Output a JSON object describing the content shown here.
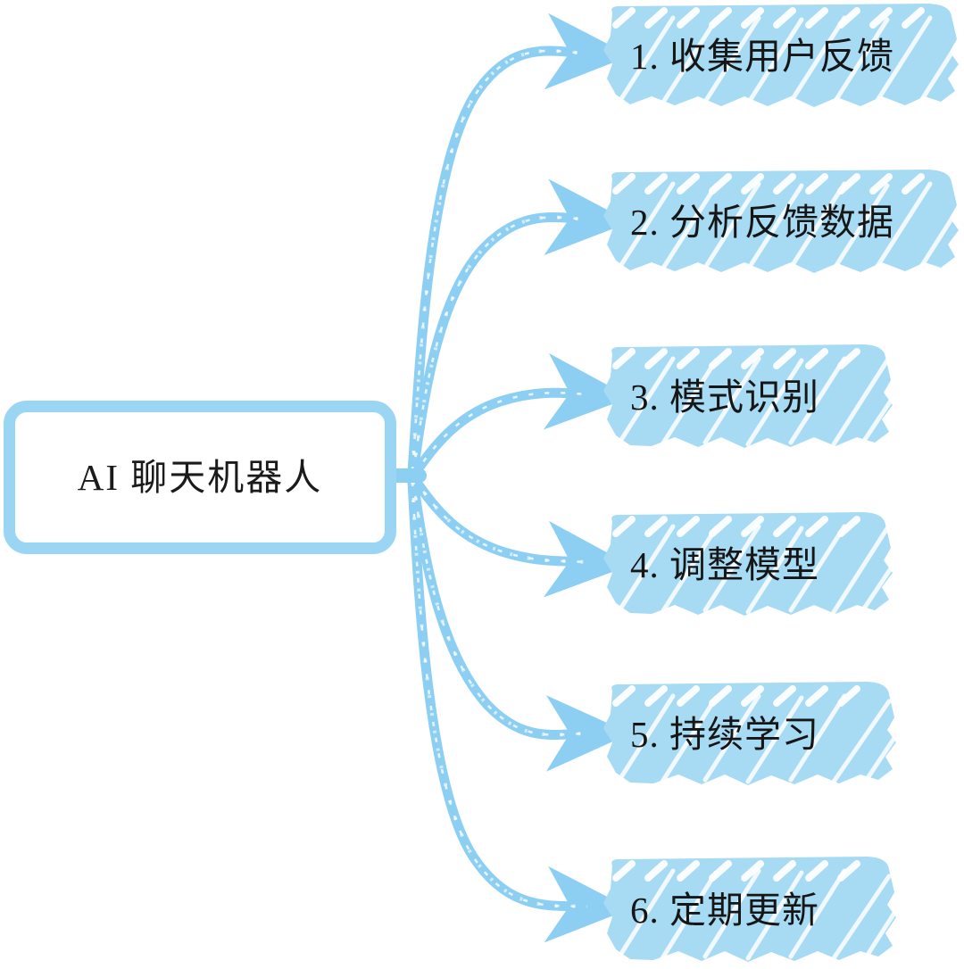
{
  "diagram": {
    "title": "AI 聊天机器人",
    "type": "mindmap",
    "colors": {
      "node_fill": "#a7daf3",
      "node_stroke": "#9ad5f4",
      "central_fill": "#ffffff",
      "central_border": "#9ad5f4",
      "connector": "#8ccff2",
      "text": "#161616",
      "background": "#ffffff",
      "streak": "#ffffff"
    },
    "central": {
      "label": "AI 聊天机器人",
      "name": "central-node"
    },
    "branches": [
      {
        "index": "1",
        "label": "1. 收集用户反馈",
        "name": "branch-node-1"
      },
      {
        "index": "2",
        "label": "2. 分析反馈数据",
        "name": "branch-node-2"
      },
      {
        "index": "3",
        "label": "3. 模式识别",
        "name": "branch-node-3"
      },
      {
        "index": "4",
        "label": "4. 调整模型",
        "name": "branch-node-4"
      },
      {
        "index": "5",
        "label": "5. 持续学习",
        "name": "branch-node-5"
      },
      {
        "index": "6",
        "label": "6. 定期更新",
        "name": "branch-node-6"
      }
    ],
    "connectors": [
      {
        "from": "central",
        "to": "branch-node-1",
        "arrow": "right"
      },
      {
        "from": "central",
        "to": "branch-node-2",
        "arrow": "right"
      },
      {
        "from": "central",
        "to": "branch-node-3",
        "arrow": "right"
      },
      {
        "from": "central",
        "to": "branch-node-4",
        "arrow": "right"
      },
      {
        "from": "central",
        "to": "branch-node-5",
        "arrow": "right"
      },
      {
        "from": "central",
        "to": "branch-node-6",
        "arrow": "right"
      }
    ]
  }
}
